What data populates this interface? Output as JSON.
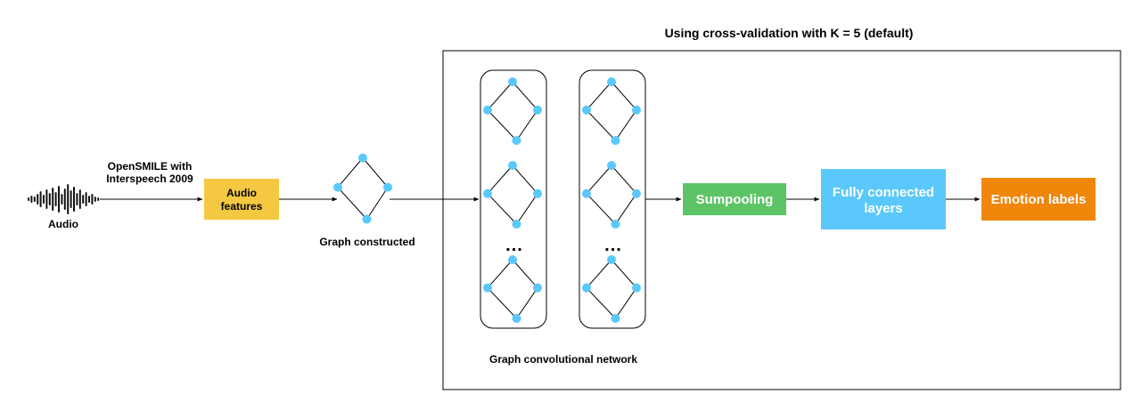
{
  "title": "Using cross-validation with K = 5 (default)",
  "audio": {
    "label": "Audio"
  },
  "edge_label": {
    "line1": "OpenSMILE with",
    "line2": "Interspeech 2009"
  },
  "audio_features": {
    "line1": "Audio",
    "line2": "features"
  },
  "graph_constructed": {
    "label": "Graph constructed"
  },
  "gcn": {
    "label": "Graph convolutional network",
    "ellipsis": "..."
  },
  "sumpooling": {
    "label": "Sumpooling"
  },
  "fully_connected": {
    "line1": "Fully connected",
    "line2": "layers"
  },
  "emotion_labels": {
    "label": "Emotion labels"
  },
  "colors": {
    "node": "#5ac8fa",
    "audio_features": "#f5c842",
    "sumpooling": "#5cc466",
    "fully_connected": "#5ac8fa",
    "emotion_labels": "#f0860a"
  },
  "icons": {
    "audio": "waveform-icon",
    "graph": "graph-icon"
  }
}
